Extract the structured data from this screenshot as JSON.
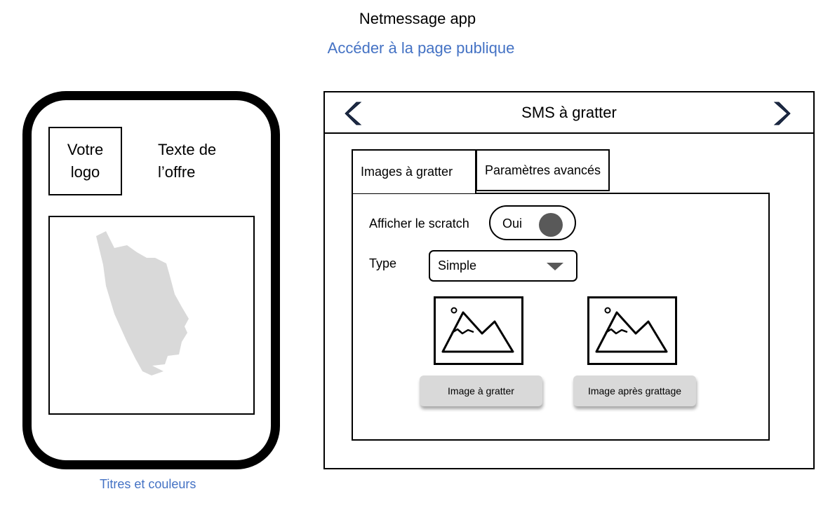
{
  "app_title": "Netmessage app",
  "public_page_link": "Accéder à la page publique",
  "preview": {
    "logo_text": "Votre\nlogo",
    "offer_text": "Texte de\nl’offre",
    "titles_colors_link": "Titres et couleurs"
  },
  "panel": {
    "title": "SMS à gratter",
    "tabs": [
      {
        "label": "Images à gratter",
        "active": true
      },
      {
        "label": "Paramètres avancés",
        "active": false
      }
    ],
    "show_scratch": {
      "label": "Afficher le scratch",
      "value": "Oui"
    },
    "type": {
      "label": "Type",
      "selected": "Simple"
    },
    "buttons": {
      "scratch_image": "Image à gratter",
      "after_image": "Image après grattage"
    }
  },
  "icons": {
    "prev": "chevron-left-icon",
    "next": "chevron-right-icon",
    "image": "image-placeholder-icon",
    "dropdown": "caret-down-icon"
  },
  "colors": {
    "link": "#4472c4",
    "scratch_marks": "#d9d9d9",
    "button_bg": "#d9d9d9",
    "knob": "#595959"
  }
}
